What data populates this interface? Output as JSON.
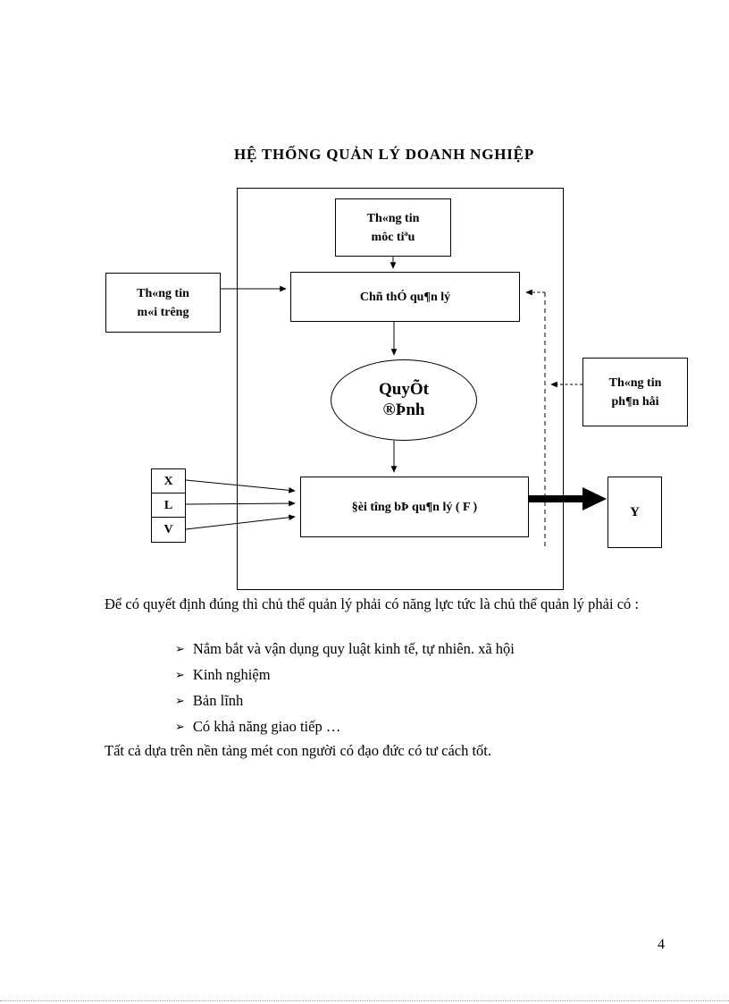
{
  "title": "HỆ THỐNG QUẢN LÝ DOANH NGHIỆP",
  "diagram": {
    "info_objective": {
      "line1": "Th«ng tin",
      "line2": "môc tiªu"
    },
    "info_environment": {
      "line1": "Th«ng tin",
      "line2": "m«i trêng"
    },
    "management_subject": {
      "label": "Chñ thÓ qu¶n lý"
    },
    "decision": {
      "line1": "QuyÕt",
      "line2": "®Þnh"
    },
    "info_feedback": {
      "line1": "Th«ng tin",
      "line2": "ph¶n håi"
    },
    "managed_object": {
      "label": "§èi tîng bÞ qu¶n lý ( F )"
    },
    "input_x": "X",
    "input_l": "L",
    "input_v": "V",
    "output_y": "Y"
  },
  "body": {
    "paragraph": "Để có quyết định đúng thì chủ thể quản lý phải có năng lực tức là chủ thể quản lý phải có :",
    "bullet_marker": "➢",
    "bullets": [
      "Nắm bắt và vận dụng quy luật kinh tế, tự nhiên. xã hội",
      "Kinh nghiệm",
      "Bản lĩnh",
      "Có khả năng giao tiếp …"
    ],
    "closing": "Tất cả dựa trên nền tảng mét con người có đạo đức có tư cách tốt."
  },
  "footer": {
    "page_number": "4"
  }
}
